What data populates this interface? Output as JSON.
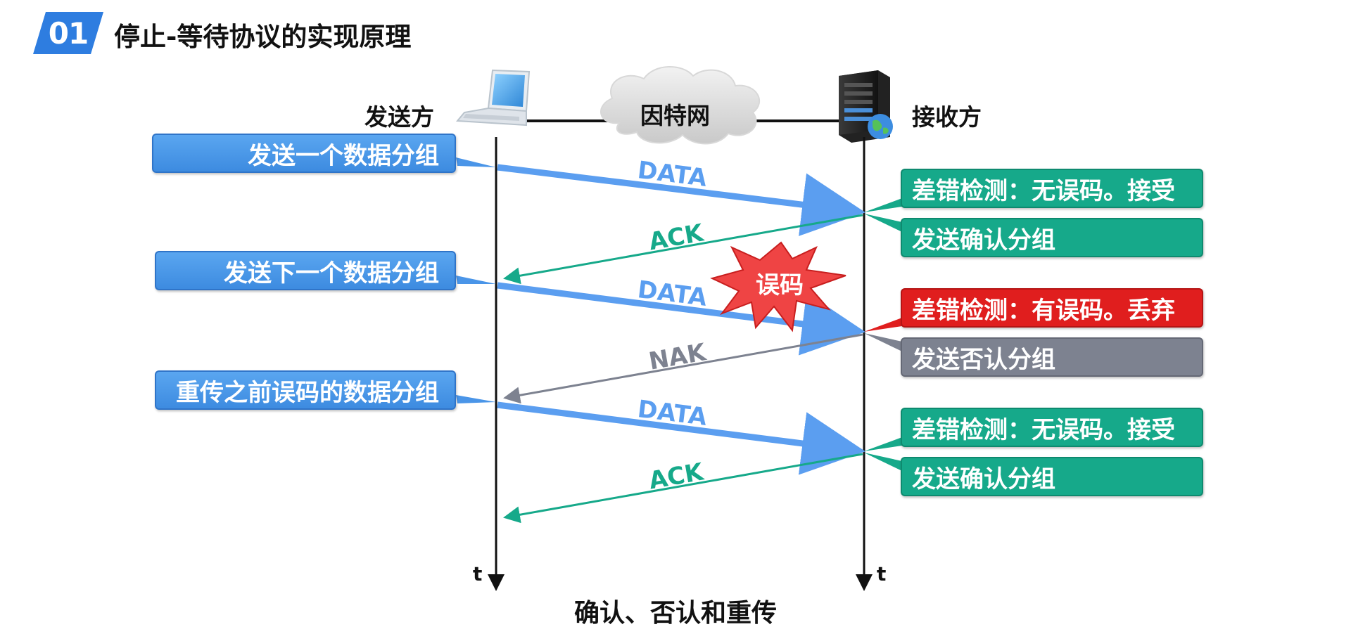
{
  "header": {
    "badge": "01",
    "title": "停止-等待协议的实现原理"
  },
  "nodes": {
    "sender": "发送方",
    "network": "因特网",
    "receiver": "接收方"
  },
  "sender_notes": [
    "发送一个数据分组",
    "发送下一个数据分组",
    "重传之前误码的数据分组"
  ],
  "receiver_notes": [
    "差错检测：无误码。接受",
    "发送确认分组",
    "差错检测：有误码。丢弃",
    "发送否认分组",
    "差错检测：无误码。接受",
    "发送确认分组"
  ],
  "messages": [
    {
      "label": "DATA",
      "direction": "to-receiver",
      "color": "#5b9ef0"
    },
    {
      "label": "ACK",
      "direction": "to-sender",
      "color": "#16a98a"
    },
    {
      "label": "DATA",
      "direction": "to-receiver",
      "color": "#5b9ef0"
    },
    {
      "label": "NAK",
      "direction": "to-sender",
      "color": "#7d8290"
    },
    {
      "label": "DATA",
      "direction": "to-receiver",
      "color": "#5b9ef0"
    },
    {
      "label": "ACK",
      "direction": "to-sender",
      "color": "#16a98a"
    }
  ],
  "error_burst": "误码",
  "axis": {
    "sender_time": "t",
    "receiver_time": "t"
  },
  "caption": "确认、否认和重传",
  "colors": {
    "accent_blue": "#2e7de0",
    "data_arrow": "#5b9ef0",
    "ack_green": "#16a98a",
    "error_red": "#e01e1e",
    "nak_gray": "#7d8290"
  }
}
